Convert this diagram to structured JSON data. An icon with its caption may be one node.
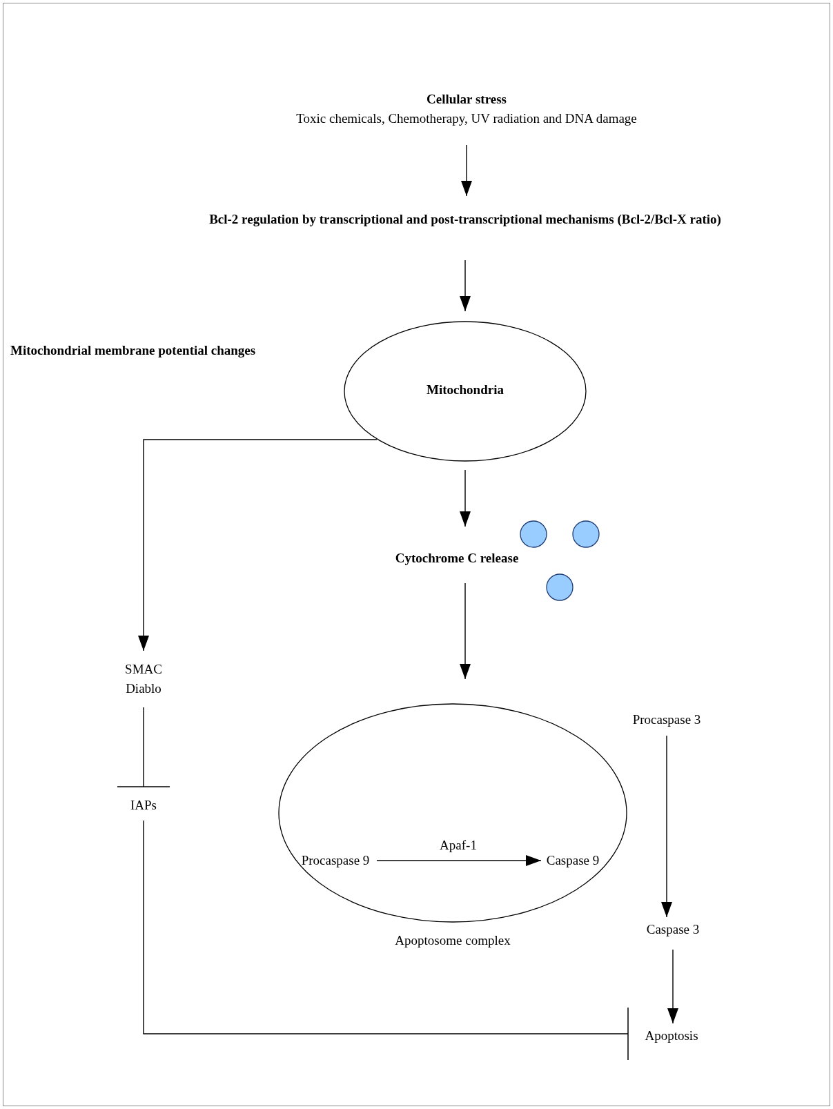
{
  "diagram": {
    "nodes": [
      {
        "text": [
          "Cellular stress",
          "Toxic chemicals, Chemotherapy, UV radiation and DNA damage"
        ]
      },
      {
        "text": [
          "Bcl-2 regulation by transcriptional and post-transcriptional mechanisms (Bcl-2/Bcl-X ratio)"
        ]
      },
      {
        "text": [
          "Mitochondria"
        ]
      },
      {
        "text": [
          "Cytochrome C release"
        ]
      },
      {
        "text": [
          "Apoptosome complex"
        ]
      },
      {
        "text": [
          "Procaspase 9"
        ],
        "in": 4
      },
      {
        "text": [
          "Caspase 9"
        ],
        "in": 4
      },
      {
        "text": [
          "SMAC Diablo"
        ]
      },
      {
        "text": [
          "IAPs"
        ]
      },
      {
        "text": [
          "Procaspase 3"
        ]
      },
      {
        "text": [
          "Caspase 3"
        ]
      },
      {
        "text": [
          "Apoptosis"
        ]
      }
    ],
    "edges": [
      {
        "from": 0,
        "to": 1,
        "arrow": "to"
      },
      {
        "from": 1,
        "to": 2,
        "arrow": "to"
      },
      {
        "from": 2,
        "to": 3,
        "arrow": "to"
      },
      {
        "from": 3,
        "to": 4,
        "arrow": "to"
      },
      {
        "from": 2,
        "to": 7,
        "arrow": "to"
      },
      {
        "from": 7,
        "to": 8,
        "arrow": "other"
      },
      {
        "from": 5,
        "to": 6,
        "arrow": "to",
        "label": "Apaf-1"
      },
      {
        "from": 9,
        "to": 10,
        "arrow": "to"
      },
      {
        "from": 10,
        "to": 11,
        "arrow": "to"
      },
      {
        "from": 8,
        "to": 11,
        "arrow": "other"
      }
    ],
    "labels": [
      "Mitochondrial membrane potential changes"
    ]
  }
}
